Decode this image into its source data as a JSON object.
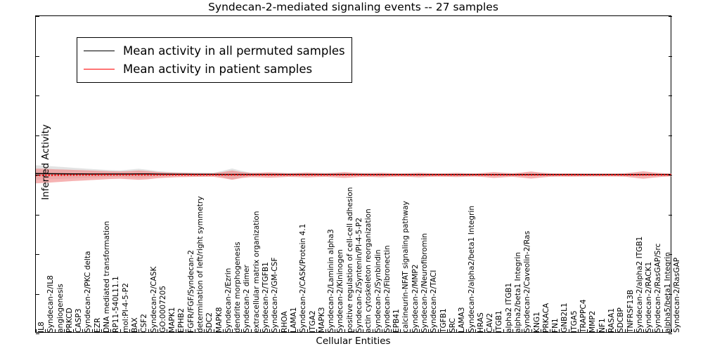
{
  "chart_data": {
    "type": "line",
    "title": "Syndecan-2-mediated signaling events -- 27 samples",
    "xlabel": "Cellular Entities",
    "ylabel": "Inferred Activity",
    "ylim": [
      -4,
      4
    ],
    "yticks": [
      -4,
      -3,
      -2,
      -1,
      0,
      1,
      2,
      3,
      4
    ],
    "grid": false,
    "legend_position": "upper left",
    "colors": {
      "permuted_line": "#000000",
      "patient_line": "#ff0000",
      "permuted_band": "#cccccc",
      "patient_band": "#f08080"
    },
    "legend": [
      "Mean activity in all permuted samples",
      "Mean activity in patient samples"
    ],
    "categories": [
      "IL8",
      "Syndecan-2/IL8",
      "angiogenesis",
      "PRKCD",
      "CASP3",
      "Syndecan-2/PKC delta",
      "EZR",
      "DNA mediated transformation",
      "RP11-540L11.1",
      "mol:PI-4-5-P2",
      "BAX",
      "CSF2",
      "Syndecan-2/CASK",
      "GO:0007205",
      "MAPK1",
      "EPHB2",
      "FGFR/FGF/Syndecan-2",
      "determination of left/right symmetry",
      "SDC2",
      "MAPK8",
      "Syndecan-2/Ezrin",
      "dendrite morphogenesis",
      "Syndecan-2 dimer",
      "extracellular matrix organization",
      "Syndecan-2/TGFB1",
      "Syndecan-2/GM-CSF",
      "RHOA",
      "LAMA1",
      "Syndecan-2/CASK/Protein 4.1",
      "ITGA2",
      "MAPK3",
      "Syndecan-2/Laminin alpha3",
      "Syndecan-2/Kininogen",
      "positive regulation of cell-cell adhesion",
      "Syndecan-2/Syntenin/PI-4-5-P2",
      "actin cytoskeleton reorganization",
      "Syndecan-2/Synbindin",
      "Syndecan-2/Fibronectin",
      "EPB41",
      "calcineurin-NFAT signaling pathway",
      "Syndecan-2/MMP2",
      "Syndecan-2/Neurofibromin",
      "Syndecan-2/TACI",
      "TGFB1",
      "SRC",
      "LAMA3",
      "Syndecan-2/alpha2/beta1 Integrin",
      "HRAS",
      "CAV2",
      "ITGB1",
      "alpha2 ITGB1",
      "alpha2/beta1 Integrin",
      "Syndecan-2/Caveolin-2/Ras",
      "KNG1",
      "PRKACA",
      "FN1",
      "GNB2L1",
      "ITGA5",
      "TRAPPC4",
      "MMP2",
      "NF1",
      "RASA1",
      "SDCBP",
      "TNFRSF13B",
      "Syndecan-2/alpha2 ITGB1",
      "Syndecan-2/RACK1",
      "Syndecan-2/RasGAP/Src",
      "alpha5/beta1 Integrin",
      "Syndecan-2/RasGAP"
    ],
    "series": [
      {
        "name": "Mean activity in all permuted samples",
        "color": "#000000",
        "style": "solid",
        "values": [
          0.03,
          0.028,
          0.026,
          0.024,
          0.022,
          0.021,
          0.02,
          0.02,
          0.019,
          0.019,
          0.02,
          0.022,
          0.021,
          0.018,
          0.016,
          0.014,
          0.013,
          0.012,
          0.011,
          0.011,
          0.01,
          0.01,
          0.01,
          0.01,
          0.009,
          0.009,
          0.009,
          0.009,
          0.008,
          0.008,
          0.008,
          0.008,
          0.008,
          0.008,
          0.008,
          0.008,
          0.007,
          0.007,
          0.007,
          0.007,
          0.007,
          0.007,
          0.007,
          0.007,
          0.007,
          0.007,
          0.007,
          0.007,
          0.006,
          0.006,
          0.006,
          0.006,
          0.006,
          0.006,
          0.006,
          0.006,
          0.006,
          0.006,
          0.006,
          0.006,
          0.006,
          0.006,
          0.006,
          0.006,
          0.006,
          0.006,
          0.006,
          0.006,
          0.006
        ],
        "band_upper": [
          0.21,
          0.2,
          0.185,
          0.17,
          0.155,
          0.14,
          0.125,
          0.11,
          0.098,
          0.09,
          0.11,
          0.13,
          0.105,
          0.075,
          0.06,
          0.05,
          0.045,
          0.042,
          0.04,
          0.038,
          0.09,
          0.15,
          0.09,
          0.04,
          0.03,
          0.028,
          0.026,
          0.025,
          0.024,
          0.023,
          0.022,
          0.022,
          0.021,
          0.021,
          0.02,
          0.02,
          0.02,
          0.019,
          0.019,
          0.019,
          0.018,
          0.018,
          0.018,
          0.018,
          0.017,
          0.017,
          0.017,
          0.017,
          0.017,
          0.016,
          0.016,
          0.016,
          0.03,
          0.04,
          0.03,
          0.02,
          0.016,
          0.016,
          0.016,
          0.015,
          0.015,
          0.015,
          0.015,
          0.015,
          0.025,
          0.035,
          0.025,
          0.018,
          0.015
        ],
        "band_lower": [
          -0.15,
          -0.145,
          -0.135,
          -0.125,
          -0.115,
          -0.105,
          -0.095,
          -0.085,
          -0.075,
          -0.07,
          -0.085,
          -0.1,
          -0.082,
          -0.06,
          -0.048,
          -0.04,
          -0.036,
          -0.033,
          -0.031,
          -0.03,
          -0.07,
          -0.12,
          -0.07,
          -0.032,
          -0.024,
          -0.022,
          -0.021,
          -0.02,
          -0.019,
          -0.018,
          -0.018,
          -0.017,
          -0.017,
          -0.016,
          -0.016,
          -0.016,
          -0.015,
          -0.015,
          -0.015,
          -0.015,
          -0.014,
          -0.014,
          -0.014,
          -0.014,
          -0.014,
          -0.013,
          -0.013,
          -0.013,
          -0.013,
          -0.013,
          -0.013,
          -0.012,
          -0.024,
          -0.032,
          -0.024,
          -0.016,
          -0.013,
          -0.012,
          -0.012,
          -0.012,
          -0.012,
          -0.012,
          -0.012,
          -0.012,
          -0.02,
          -0.028,
          -0.02,
          -0.014,
          -0.012
        ]
      },
      {
        "name": "Mean activity in patient samples",
        "color": "#ff0000",
        "style": "dotted",
        "values": [
          -0.015,
          -0.012,
          -0.01,
          -0.008,
          -0.006,
          -0.005,
          -0.004,
          -0.003,
          -0.002,
          -0.002,
          -0.002,
          -0.002,
          -0.002,
          -0.002,
          -0.002,
          -0.002,
          -0.002,
          -0.002,
          -0.002,
          -0.002,
          -0.002,
          -0.002,
          -0.002,
          -0.002,
          -0.002,
          -0.002,
          -0.002,
          -0.002,
          -0.002,
          -0.002,
          -0.002,
          -0.002,
          -0.002,
          -0.002,
          -0.002,
          -0.002,
          -0.002,
          -0.002,
          -0.002,
          -0.002,
          -0.002,
          -0.002,
          -0.002,
          -0.002,
          -0.002,
          -0.002,
          -0.002,
          -0.002,
          -0.002,
          -0.002,
          -0.002,
          -0.002,
          -0.002,
          -0.002,
          -0.002,
          -0.002,
          -0.002,
          -0.002,
          -0.002,
          -0.002,
          -0.002,
          -0.002,
          -0.002,
          -0.002,
          -0.002,
          -0.002,
          -0.002,
          -0.002,
          -0.002
        ],
        "band_upper": [
          0.17,
          0.165,
          0.15,
          0.14,
          0.13,
          0.12,
          0.11,
          0.1,
          0.09,
          0.085,
          0.095,
          0.11,
          0.095,
          0.072,
          0.06,
          0.052,
          0.048,
          0.045,
          0.043,
          0.042,
          0.07,
          0.11,
          0.07,
          0.05,
          0.055,
          0.065,
          0.055,
          0.045,
          0.05,
          0.06,
          0.05,
          0.045,
          0.055,
          0.07,
          0.055,
          0.045,
          0.048,
          0.055,
          0.045,
          0.04,
          0.045,
          0.055,
          0.045,
          0.04,
          0.042,
          0.05,
          0.042,
          0.038,
          0.05,
          0.07,
          0.055,
          0.042,
          0.06,
          0.085,
          0.06,
          0.042,
          0.038,
          0.04,
          0.038,
          0.036,
          0.036,
          0.036,
          0.036,
          0.04,
          0.065,
          0.09,
          0.065,
          0.045,
          0.035
        ],
        "band_lower": [
          -0.2,
          -0.192,
          -0.178,
          -0.165,
          -0.152,
          -0.14,
          -0.128,
          -0.116,
          -0.105,
          -0.098,
          -0.11,
          -0.125,
          -0.11,
          -0.085,
          -0.07,
          -0.06,
          -0.055,
          -0.052,
          -0.05,
          -0.048,
          -0.08,
          -0.125,
          -0.08,
          -0.058,
          -0.062,
          -0.072,
          -0.062,
          -0.052,
          -0.056,
          -0.066,
          -0.056,
          -0.052,
          -0.062,
          -0.078,
          -0.062,
          -0.052,
          -0.054,
          -0.062,
          -0.052,
          -0.046,
          -0.052,
          -0.062,
          -0.052,
          -0.046,
          -0.048,
          -0.056,
          -0.048,
          -0.044,
          -0.056,
          -0.078,
          -0.062,
          -0.048,
          -0.068,
          -0.094,
          -0.068,
          -0.048,
          -0.044,
          -0.046,
          -0.044,
          -0.042,
          -0.042,
          -0.042,
          -0.042,
          -0.046,
          -0.072,
          -0.098,
          -0.072,
          -0.05,
          -0.04
        ]
      }
    ]
  }
}
